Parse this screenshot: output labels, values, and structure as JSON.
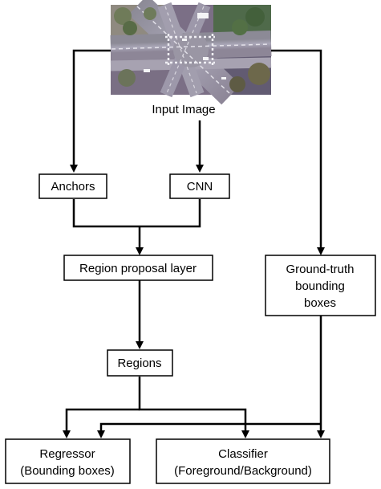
{
  "diagram": {
    "input_image_label": "Input Image",
    "anchors": "Anchors",
    "cnn": "CNN",
    "region_proposal_layer": "Region proposal layer",
    "ground_truth": [
      "Ground-truth",
      "bounding",
      "boxes"
    ],
    "regions": "Regions",
    "regressor": [
      "Regressor",
      "(Bounding boxes)"
    ],
    "classifier": [
      "Classifier",
      "(Foreground/Background)"
    ]
  },
  "colors": {
    "background": "#ffffff",
    "line": "#000000",
    "box_fill": "#ffffff",
    "box_border": "#000000"
  }
}
